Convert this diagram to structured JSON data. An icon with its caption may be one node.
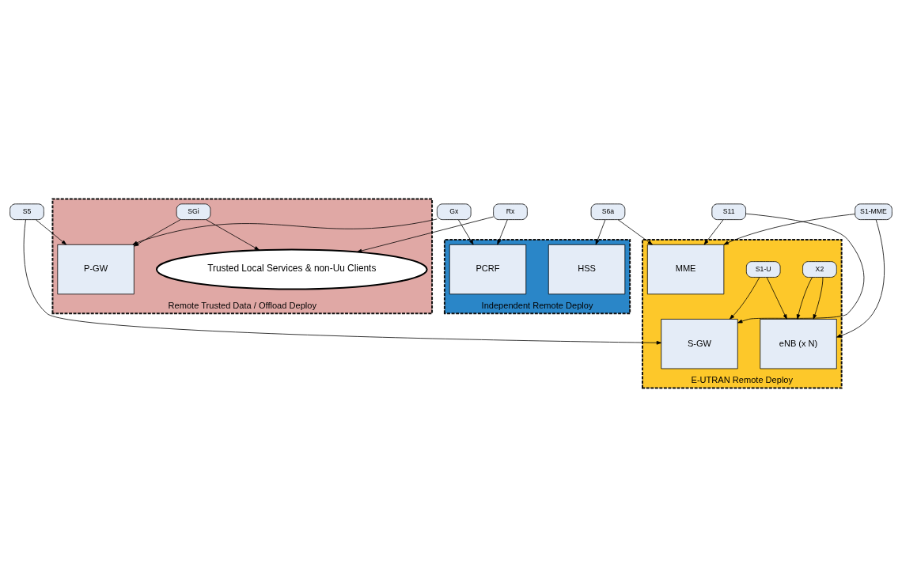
{
  "diagram": {
    "nodes": [
      {
        "text": [
          "Remote Trusted Data / Offload Deploy"
        ]
      },
      {
        "text": [
          "P-GW"
        ],
        "in": 0
      },
      {
        "text": [
          "Trusted Local Services & non-Uu Clients"
        ],
        "in": 0
      },
      {
        "text": [
          "SGi"
        ],
        "in": 0
      },
      {
        "text": [
          "E-UTRAN Remote Deploy"
        ]
      },
      {
        "text": [
          "S-GW"
        ],
        "in": 4
      },
      {
        "text": [
          "S1-U"
        ],
        "in": 4
      },
      {
        "text": [
          "eNB (x N)"
        ],
        "in": 4
      },
      {
        "text": [
          "X2"
        ],
        "in": 4
      },
      {
        "text": [
          "MME"
        ],
        "in": 4
      },
      {
        "text": [
          "Independent Remote Deploy"
        ]
      },
      {
        "text": [
          "PCRF"
        ],
        "in": 10
      },
      {
        "text": [
          "HSS"
        ],
        "in": 10
      },
      {
        "text": [
          "S5"
        ]
      },
      {
        "text": [
          "Gx"
        ]
      },
      {
        "text": [
          "Rx"
        ]
      },
      {
        "text": [
          "S6a"
        ]
      },
      {
        "text": [
          "S11"
        ]
      },
      {
        "text": [
          "S1-MME"
        ]
      }
    ],
    "edges": [
      {
        "from": 13,
        "to": 1,
        "arrow": "to"
      },
      {
        "from": 13,
        "to": 5,
        "arrow": "to"
      },
      {
        "from": 14,
        "to": 1,
        "arrow": "to"
      },
      {
        "from": 14,
        "to": 11,
        "arrow": "to"
      },
      {
        "from": 15,
        "to": 2,
        "arrow": "to"
      },
      {
        "from": 15,
        "to": 11,
        "arrow": "to"
      },
      {
        "from": 3,
        "to": 1,
        "arrow": "to"
      },
      {
        "from": 3,
        "to": 2,
        "arrow": "to"
      },
      {
        "from": 6,
        "to": 5,
        "arrow": "to"
      },
      {
        "from": 6,
        "to": 7,
        "arrow": "to"
      },
      {
        "from": 17,
        "to": 5,
        "arrow": "to"
      },
      {
        "from": 17,
        "to": 9,
        "arrow": "to"
      },
      {
        "from": 16,
        "to": 12,
        "arrow": "to"
      },
      {
        "from": 16,
        "to": 9,
        "arrow": "to"
      },
      {
        "from": 8,
        "to": 7,
        "arrow": "to"
      },
      {
        "from": 8,
        "to": 7,
        "arrow": "to"
      },
      {
        "from": 18,
        "to": 7,
        "arrow": "to"
      },
      {
        "from": 18,
        "to": 9,
        "arrow": "to"
      }
    ]
  }
}
